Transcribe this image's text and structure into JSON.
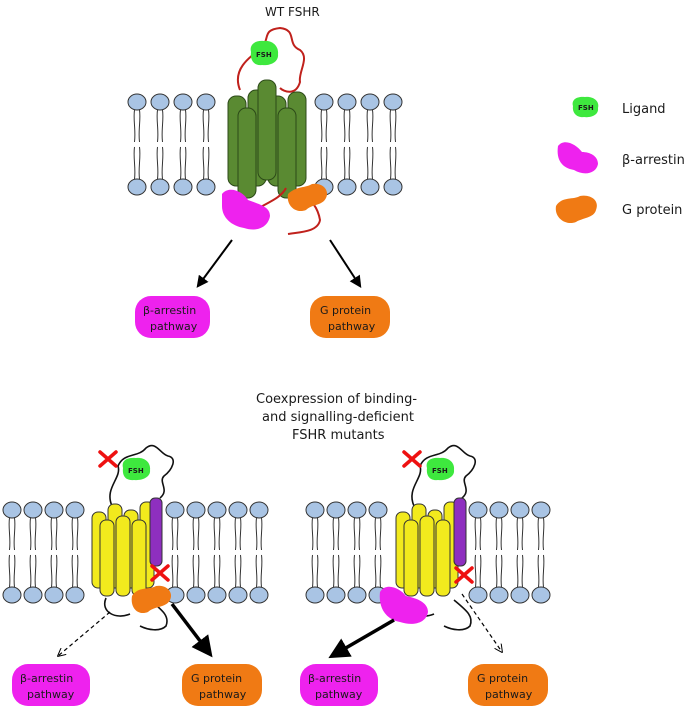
{
  "top": {
    "title": "WT FSHR",
    "ligand_text": "FSH",
    "pathway_barrestin": [
      "β-arrestin",
      "pathway"
    ],
    "pathway_gprotein": [
      "G protein",
      "pathway"
    ]
  },
  "legend": {
    "ligand": "Ligand",
    "barrestin": "β-arrestin",
    "gprotein": "G protein",
    "ligand_icon_text": "FSH"
  },
  "bottom": {
    "title": [
      "Coexpression of binding-",
      "and signalling-deficient",
      "FSHR mutants"
    ],
    "left": {
      "ligand_text": "FSH",
      "pathway_barrestin": [
        "β-arrestin",
        "pathway"
      ],
      "pathway_gprotein": [
        "G protein",
        "pathway"
      ]
    },
    "right": {
      "ligand_text": "FSH",
      "pathway_barrestin": [
        "β-arrestin",
        "pathway"
      ],
      "pathway_gprotein": [
        "G protein",
        "pathway"
      ]
    }
  },
  "colors": {
    "lipid_head": "#a9c4e4",
    "wt_helix": "#5a8a32",
    "mutant_helix": "#f2ea1d",
    "mutant_signal_helix": "#8e2fbf",
    "loop_wt": "#c0211c",
    "ligand": "#3ee83e",
    "barrestin": "#ee22ee",
    "gprotein": "#f07a14",
    "block": "#ee1111"
  }
}
